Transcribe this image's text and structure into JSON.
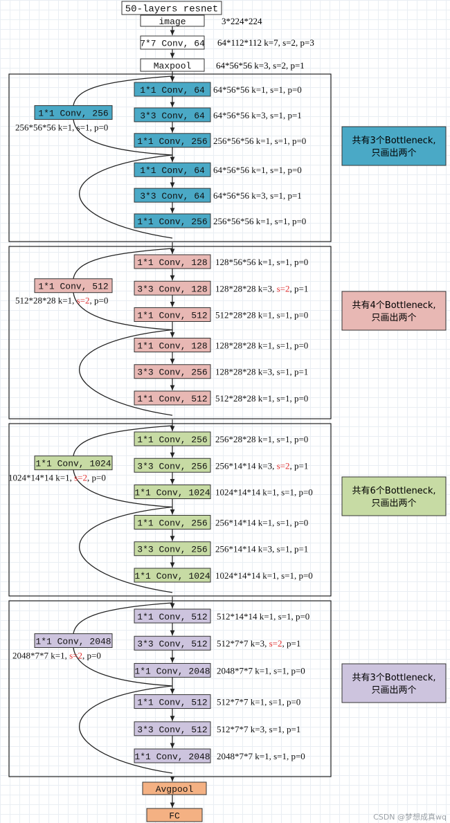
{
  "title": "50-layers resnet",
  "stem": {
    "image": {
      "label": "image",
      "dims": "3*224*224"
    },
    "conv7": {
      "label": "7*7 Conv, 64",
      "dims": "64*112*112  k=7, s=2, p=3"
    },
    "maxpool": {
      "label": "Maxpool",
      "dims": "64*56*56  k=3, s=2, p=1"
    }
  },
  "stages": [
    {
      "color": "#4aa9c6",
      "note_line1": "共有3个Bottleneck,",
      "note_line2": "只画出两个",
      "shortcut": {
        "label": "1*1 Conv, 256",
        "dims": "256*56*56  k=1, s=1, p=0",
        "s": ""
      },
      "blocks": [
        [
          {
            "label": "1*1 Conv, 64",
            "dims": "64*56*56  k=1, s=1, p=0",
            "s": ""
          },
          {
            "label": "3*3 Conv, 64",
            "dims": "64*56*56  k=3, s=1, p=1",
            "s": ""
          },
          {
            "label": "1*1 Conv, 256",
            "dims": "256*56*56  k=1, s=1, p=0",
            "s": ""
          }
        ],
        [
          {
            "label": "1*1 Conv, 64",
            "dims": "64*56*56  k=1, s=1, p=0",
            "s": ""
          },
          {
            "label": "3*3 Conv, 64",
            "dims": "64*56*56  k=3, s=1, p=1",
            "s": ""
          },
          {
            "label": "1*1 Conv, 256",
            "dims": "256*56*56  k=1, s=1, p=0",
            "s": ""
          }
        ]
      ]
    },
    {
      "color": "#e8b8b4",
      "note_line1": "共有4个Bottleneck,",
      "note_line2": "只画出两个",
      "shortcut": {
        "label": "1*1 Conv, 512",
        "dims_pre": "512*28*28  k=1, ",
        "s": "s=2",
        "dims_post": ", p=0"
      },
      "blocks": [
        [
          {
            "label": "1*1 Conv, 128",
            "dims": "128*56*56  k=1, s=1, p=0",
            "s": ""
          },
          {
            "label": "3*3 Conv, 128",
            "dims_pre": "128*28*28  k=3, ",
            "s": "s=2",
            "dims_post": ", p=1"
          },
          {
            "label": "1*1 Conv, 512",
            "dims": "512*28*28  k=1, s=1, p=0",
            "s": ""
          }
        ],
        [
          {
            "label": "1*1 Conv, 128",
            "dims": "128*28*28  k=1, s=1, p=0",
            "s": ""
          },
          {
            "label": "3*3 Conv, 256",
            "dims": "128*28*28  k=3, s=1, p=1",
            "s": ""
          },
          {
            "label": "1*1 Conv, 512",
            "dims": "512*28*28  k=1, s=1, p=0",
            "s": ""
          }
        ]
      ]
    },
    {
      "color": "#c7dba4",
      "note_line1": "共有6个Bottleneck,",
      "note_line2": "只画出两个",
      "shortcut": {
        "label": "1*1 Conv, 1024",
        "dims_pre": "1024*14*14  k=1, ",
        "s": "s=2",
        "dims_post": ", p=0"
      },
      "blocks": [
        [
          {
            "label": "1*1 Conv, 256",
            "dims": "256*28*28  k=1, s=1, p=0",
            "s": ""
          },
          {
            "label": "3*3 Conv, 256",
            "dims_pre": "256*14*14  k=3, ",
            "s": "s=2",
            "dims_post": ", p=1"
          },
          {
            "label": "1*1 Conv, 1024",
            "dims": "1024*14*14  k=1, s=1, p=0",
            "s": ""
          }
        ],
        [
          {
            "label": "1*1 Conv, 256",
            "dims": "256*14*14  k=1, s=1, p=0",
            "s": ""
          },
          {
            "label": "3*3 Conv, 256",
            "dims": "256*14*14  k=3, s=1, p=1",
            "s": ""
          },
          {
            "label": "1*1 Conv, 1024",
            "dims": "1024*14*14  k=1, s=1, p=0",
            "s": ""
          }
        ]
      ]
    },
    {
      "color": "#cdc4de",
      "note_line1": "共有3个Bottleneck,",
      "note_line2": "只画出两个",
      "shortcut": {
        "label": "1*1 Conv, 2048",
        "dims_pre": "2048*7*7  k=1, ",
        "s": "s=2",
        "dims_post": ", p=0"
      },
      "blocks": [
        [
          {
            "label": "1*1 Conv, 512",
            "dims": "512*14*14  k=1, s=1, p=0",
            "s": ""
          },
          {
            "label": "3*3 Conv, 512",
            "dims_pre": "512*7*7  k=3, ",
            "s": "s=2",
            "dims_post": ", p=1"
          },
          {
            "label": "1*1 Conv, 2048",
            "dims": "2048*7*7  k=1, s=1, p=0",
            "s": ""
          }
        ],
        [
          {
            "label": "1*1 Conv, 512",
            "dims": "512*7*7  k=1, s=1, p=0",
            "s": ""
          },
          {
            "label": "3*3 Conv, 512",
            "dims": "512*7*7  k=3, s=1, p=1",
            "s": ""
          },
          {
            "label": "1*1 Conv, 2048",
            "dims": "2048*7*7  k=1, s=1, p=0",
            "s": ""
          }
        ]
      ]
    }
  ],
  "head": {
    "avgpool": "Avgpool",
    "fc": "FC",
    "color": "#f4b183"
  },
  "watermark": "CSDN @梦想成真wq",
  "colors": {
    "highlight": "#e03030",
    "line": "#222222"
  }
}
